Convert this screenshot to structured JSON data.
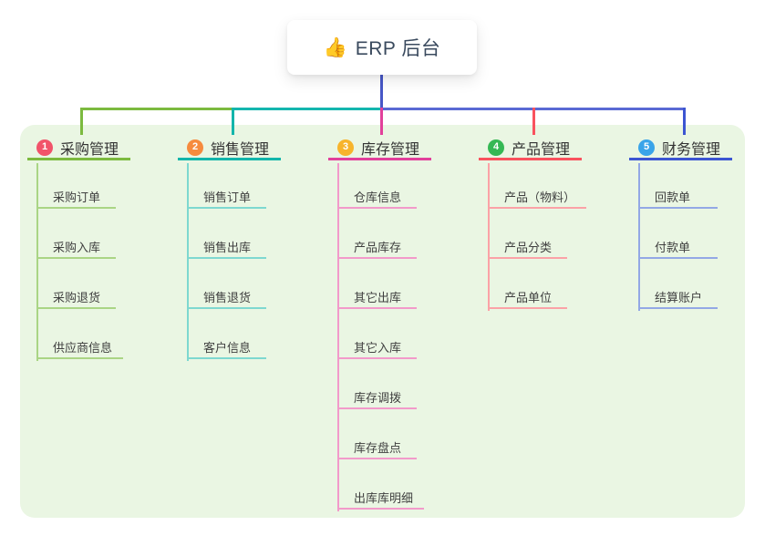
{
  "root": {
    "label": "ERP 后台",
    "icon": {
      "name": "thumbs-up-icon",
      "glyph": "👍"
    }
  },
  "colors": {
    "panel_bg": "#eaf6e3",
    "root_line": "#4757c7",
    "trunk_segments": [
      "#7cba3f",
      "#14b6ae",
      "#5a6ad4"
    ]
  },
  "branches": [
    {
      "number": "1",
      "label": "采购管理",
      "badge_color": "#f1536a",
      "line_color": "#7cba3f",
      "item_line_color": "#aad585",
      "items": [
        "采购订单",
        "采购入库",
        "采购退货",
        "供应商信息"
      ]
    },
    {
      "number": "2",
      "label": "销售管理",
      "badge_color": "#f68b3e",
      "line_color": "#13b5ab",
      "item_line_color": "#7ed8d0",
      "items": [
        "销售订单",
        "销售出库",
        "销售退货",
        "客户信息"
      ]
    },
    {
      "number": "3",
      "label": "库存管理",
      "badge_color": "#f7b42c",
      "line_color": "#e2409b",
      "item_line_color": "#f29aca",
      "items": [
        "仓库信息",
        "产品库存",
        "其它出库",
        "其它入库",
        "库存调拨",
        "库存盘点",
        "出库库明细"
      ]
    },
    {
      "number": "4",
      "label": "产品管理",
      "badge_color": "#35b854",
      "line_color": "#f9525e",
      "item_line_color": "#fba2a7",
      "items": [
        "产品（物料）",
        "产品分类",
        "产品单位"
      ]
    },
    {
      "number": "5",
      "label": "财务管理",
      "badge_color": "#3aa4e9",
      "line_color": "#3c55d2",
      "item_line_color": "#93a8e5",
      "items": [
        "回款单",
        "付款单",
        "结算账户"
      ]
    }
  ]
}
